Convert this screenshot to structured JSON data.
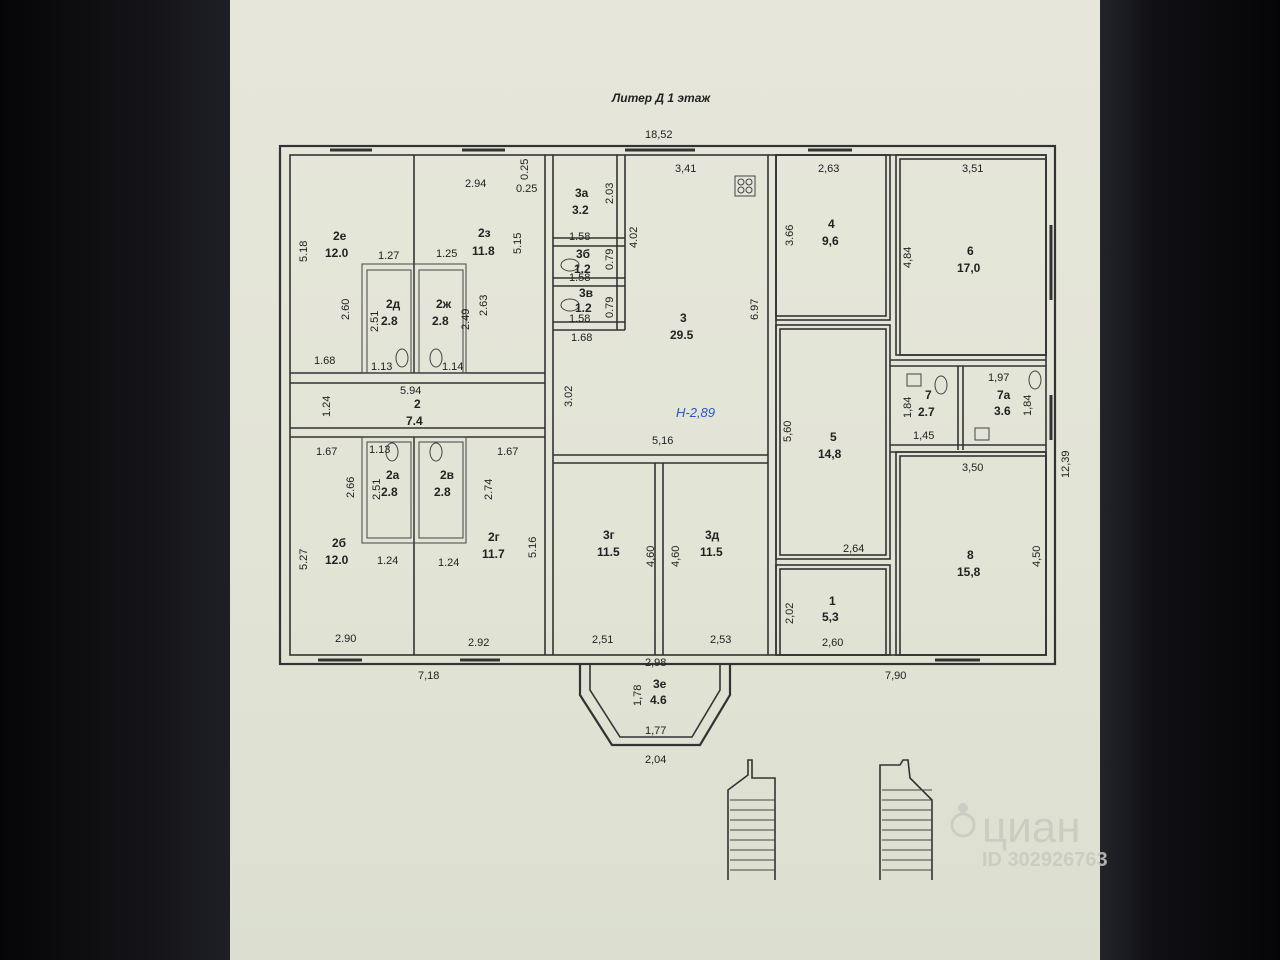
{
  "title": "Литер Д   1 этаж",
  "height_label": "Н-2,89",
  "overall": {
    "top_width": "18,52",
    "right_height": "12,39",
    "bottom_left": "7,18",
    "bottom_right": "7,90"
  },
  "rooms": [
    {
      "id": "2e",
      "label": "2е",
      "area": "12.0"
    },
    {
      "id": "2z",
      "label": "2з",
      "area": "11.8"
    },
    {
      "id": "2d",
      "label": "2д",
      "area": "2.8"
    },
    {
      "id": "2zh",
      "label": "2ж",
      "area": "2.8"
    },
    {
      "id": "2",
      "label": "2",
      "area": "7.4"
    },
    {
      "id": "2a",
      "label": "2а",
      "area": "2.8"
    },
    {
      "id": "2v",
      "label": "2в",
      "area": "2.8"
    },
    {
      "id": "2b",
      "label": "2б",
      "area": "12.0"
    },
    {
      "id": "2g",
      "label": "2г",
      "area": "11.7"
    },
    {
      "id": "3a",
      "label": "3а",
      "area": "3.2"
    },
    {
      "id": "3b",
      "label": "3б",
      "area": "1.2"
    },
    {
      "id": "3v",
      "label": "3в",
      "area": "1.2"
    },
    {
      "id": "3",
      "label": "3",
      "area": "29.5"
    },
    {
      "id": "3g",
      "label": "3г",
      "area": "11.5"
    },
    {
      "id": "3d",
      "label": "3д",
      "area": "11.5"
    },
    {
      "id": "3e",
      "label": "3е",
      "area": "4.6"
    },
    {
      "id": "4",
      "label": "4",
      "area": "9,6"
    },
    {
      "id": "6",
      "label": "6",
      "area": "17,0"
    },
    {
      "id": "5",
      "label": "5",
      "area": "14,8"
    },
    {
      "id": "7",
      "label": "7",
      "area": "2.7"
    },
    {
      "id": "7a",
      "label": "7а",
      "area": "3.6"
    },
    {
      "id": "8",
      "label": "8",
      "area": "15,8"
    },
    {
      "id": "1",
      "label": "1",
      "area": "5,3"
    }
  ],
  "dimensions": [
    "2.94",
    "0.25",
    "0.25",
    "3,41",
    "2,63",
    "3,51",
    "5.18",
    "1.27",
    "1.25",
    "5.15",
    "2.03",
    "1.58",
    "1.58",
    "4.02",
    "0.79",
    "0.79",
    "1.58",
    "3.66",
    "4,84",
    "2.60",
    "2.51",
    "2.49",
    "2.63",
    "1.68",
    "1.68",
    "6.97",
    "1.13",
    "1.14",
    "5.94",
    "1.24",
    "3.02",
    "1,97",
    "1,84",
    "1,84",
    "1,45",
    "5,60",
    "5,16",
    "1.67",
    "1.67",
    "1.13",
    "2.66",
    "2.51",
    "2.74",
    "3,50",
    "5.27",
    "1.24",
    "1.24",
    "5.16",
    "4,60",
    "4,60",
    "2,64",
    "4,50",
    "2,02",
    "2.90",
    "2.92",
    "2,51",
    "2,53",
    "2,60",
    "2,98",
    "1,78",
    "1,77",
    "2,04"
  ],
  "watermark": {
    "brand": "циан",
    "id_text": "ID 302926763"
  },
  "colors": {
    "sheet": "#e2e4d6",
    "lines": "#333333",
    "height_label": "#2a55c8",
    "watermark": "#c8cac0"
  }
}
